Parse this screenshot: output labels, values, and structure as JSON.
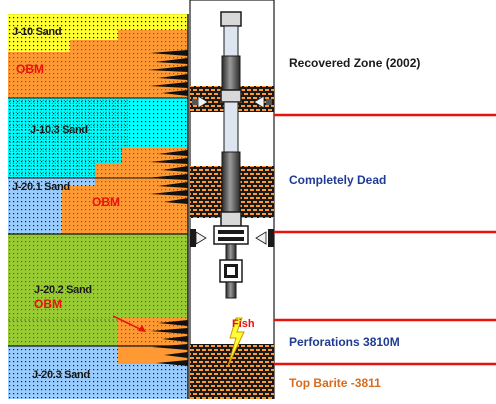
{
  "zones": [
    {
      "label": "J-10 Sand",
      "obm": "OBM"
    },
    {
      "label": "J-10.3 Sand"
    },
    {
      "label": "J-20.1 Sand",
      "obm": "OBM"
    },
    {
      "label": "J-20.2 Sand",
      "obm": "OBM"
    },
    {
      "label": "J-20.3 Sand"
    }
  ],
  "annotations": {
    "recovered": "Recovered Zone (2002)",
    "dead": "Completely Dead",
    "perforations": "Perforations 3810M",
    "top_barite": "Top Barite -3811",
    "fish": "Fish"
  },
  "colors": {
    "sand_yellow": "#ffff33",
    "obm_orange": "#ff9933",
    "cyan": "#00ffff",
    "light_blue": "#99ccff",
    "olive_green": "#99cc33",
    "red_line": "#e8120c",
    "status_blue": "#1f3b93",
    "status_orange": "#d96b1d"
  }
}
